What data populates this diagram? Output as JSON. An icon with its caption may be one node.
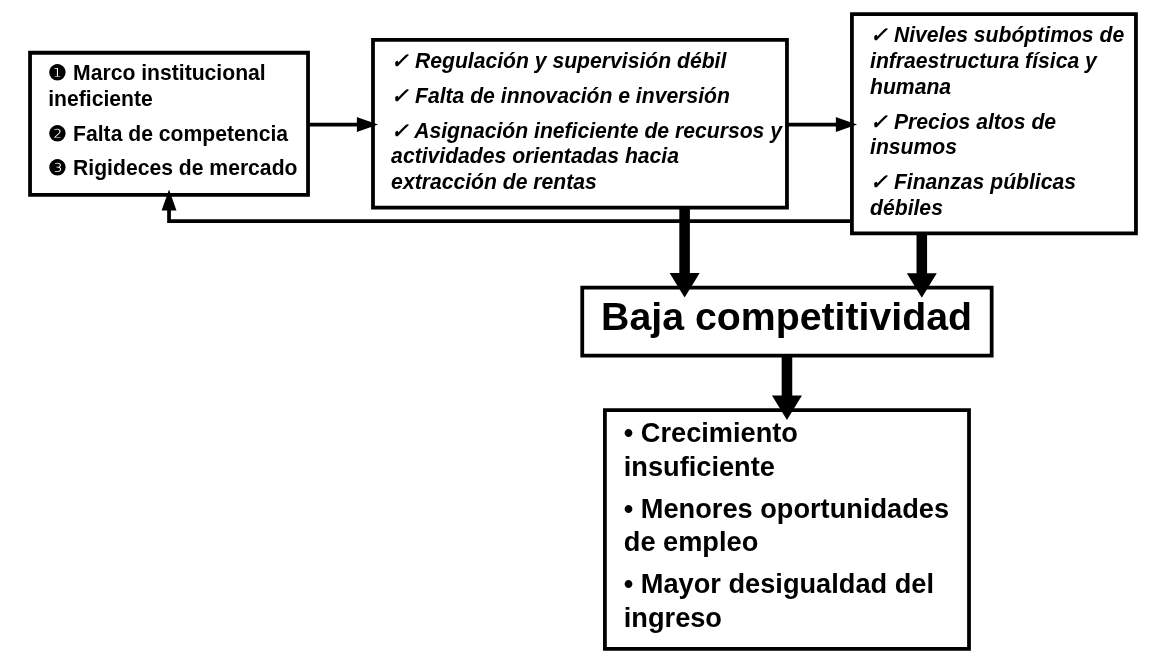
{
  "diagram": {
    "nodes": [
      {
        "text": [
          "❶ Marco institucional ineficiente",
          "❷ Falta de competencia",
          "❸ Rigideces de mercado"
        ]
      },
      {
        "text": [
          "✓ Regulación y supervisión débil",
          "✓ Falta de innovación e inversión",
          "✓ Asignación ineficiente de recursos y actividades orientadas hacia extracción de rentas"
        ]
      },
      {
        "text": [
          "Baja competitividad"
        ]
      },
      {
        "text": [
          "✓ Niveles subóptimos de infraestructura física y humana",
          "✓ Precios altos de insumos",
          "✓ Finanzas públicas débiles"
        ]
      },
      {
        "text": [
          "• Crecimiento insuficiente",
          "• Menores oportunidades de empleo",
          "• Mayor desigualdad del ingreso"
        ]
      }
    ],
    "edges": [
      {
        "from": 0,
        "to": 1,
        "arrow": "to"
      },
      {
        "from": 1,
        "to": 3,
        "arrow": "to"
      },
      {
        "from": 1,
        "to": 2,
        "arrow": "to",
        "style": "thick"
      },
      {
        "from": 3,
        "to": 2,
        "arrow": "to",
        "style": "thick"
      },
      {
        "from": 2,
        "to": 4,
        "arrow": "to",
        "style": "thick"
      },
      {
        "from": 3,
        "to": 0,
        "arrow": "to"
      }
    ]
  }
}
